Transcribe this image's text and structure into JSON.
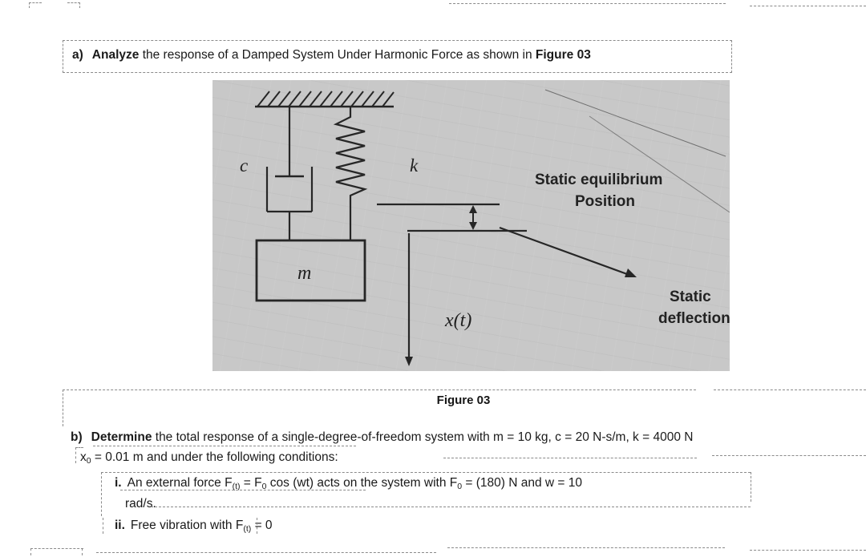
{
  "colors": {
    "dash": "#8a8a8a",
    "text": "#1a1a1a",
    "figure_bg": "#c8c8c8",
    "ink": "#262626"
  },
  "question_a": {
    "label": "a)",
    "bold_word": "Analyze",
    "mid": " the response of a Damped System Under Harmonic Force as shown in ",
    "bold_ref": "Figure 03"
  },
  "figure": {
    "caption": "Figure 03",
    "labels": {
      "damper": "c",
      "spring": "k",
      "mass": "m",
      "displacement": "x(t)",
      "equilibrium_line1": "Static equilibrium",
      "equilibrium_line2": "Position",
      "deflection_line1": "Static",
      "deflection_line2": "deflection"
    }
  },
  "question_b": {
    "label": "b)",
    "bold_word": "Determine",
    "line1_rest": " the total response of a single-degree-of-freedom system with m = 10 kg, c = 20 N-s/m, k = 4000 N",
    "line2": {
      "base": "x",
      "sub": "0",
      "rest": " = 0.01 m and under the following conditions:"
    },
    "item_i": {
      "num": "i.",
      "seg1": "An external force F",
      "sub1": "(t)",
      "seg2": " = F",
      "sub2": "0",
      "seg3": " cos (wt) acts on the system with F",
      "sub3": "0",
      "seg4": " = (180) N and w = 10",
      "cont": "rad/s."
    },
    "item_ii": {
      "num": "ii.",
      "seg1": "Free vibration with F",
      "sub1": "(t)",
      "seg2": " = 0"
    }
  }
}
